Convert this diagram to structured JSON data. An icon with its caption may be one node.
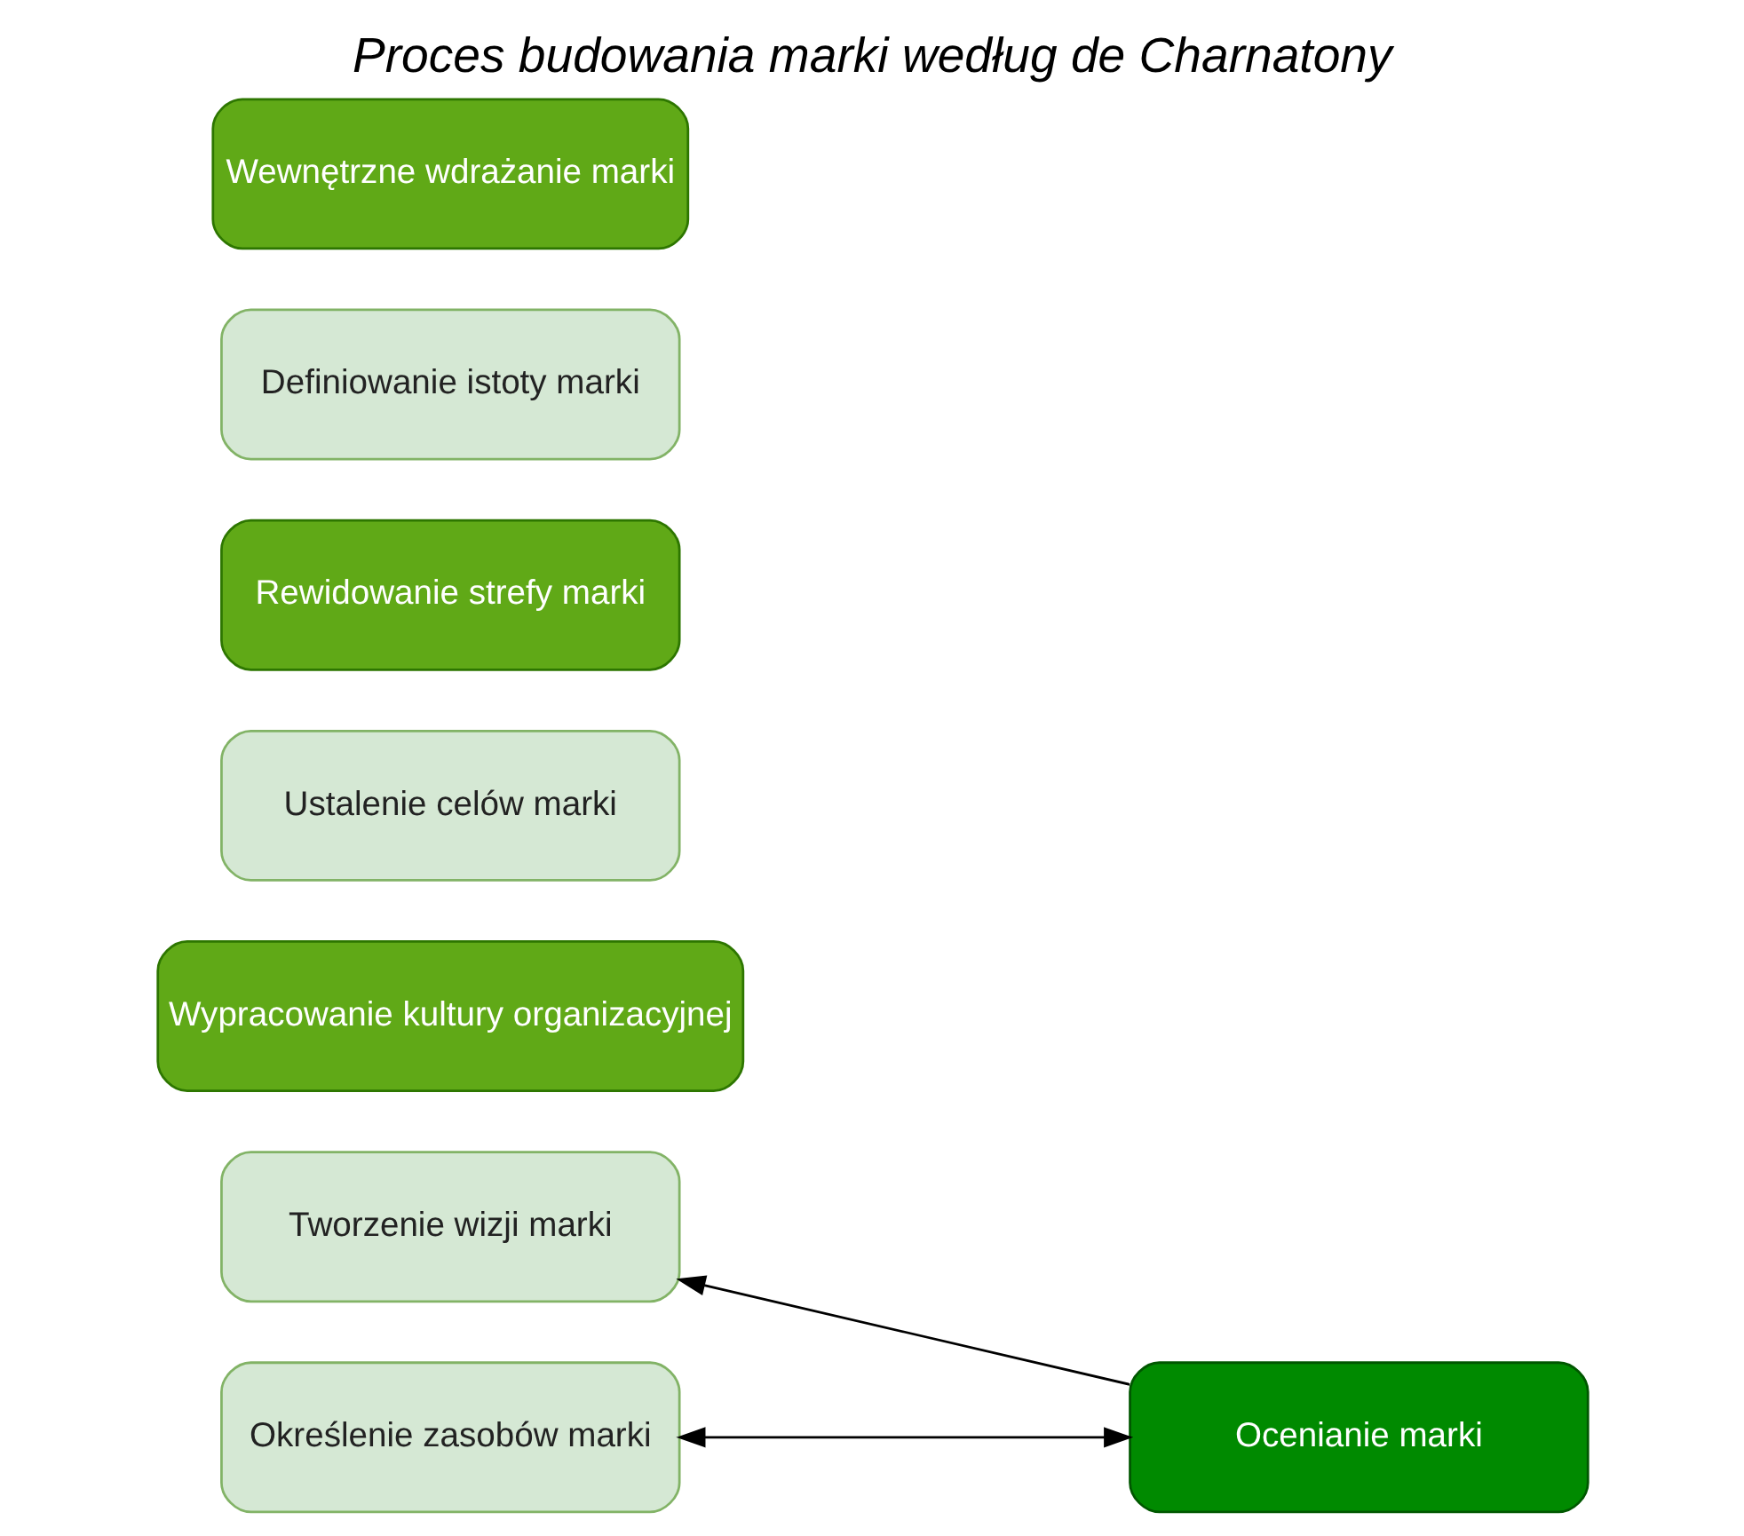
{
  "diagram": {
    "title": "Proces budowania marki według de Charnatony",
    "nodes": [
      {
        "text": [
          "Tworzenie wizji marki"
        ]
      },
      {
        "text": [
          "Wypracowanie kultury organizacyjnej"
        ]
      },
      {
        "text": [
          "Ustalenie celów marki"
        ]
      },
      {
        "text": [
          "Rewidowanie strefy marki"
        ]
      },
      {
        "text": [
          "Definiowanie istoty marki"
        ]
      },
      {
        "text": [
          "Wewnętrzne wdrażanie marki"
        ]
      },
      {
        "text": [
          "Określenie zasobów marki"
        ]
      },
      {
        "text": [
          "Ocenianie marki"
        ]
      }
    ],
    "edges": [
      {
        "from": 7,
        "to": 0,
        "arrow": "to"
      },
      {
        "from": 6,
        "to": 7,
        "arrow": "both"
      }
    ]
  }
}
